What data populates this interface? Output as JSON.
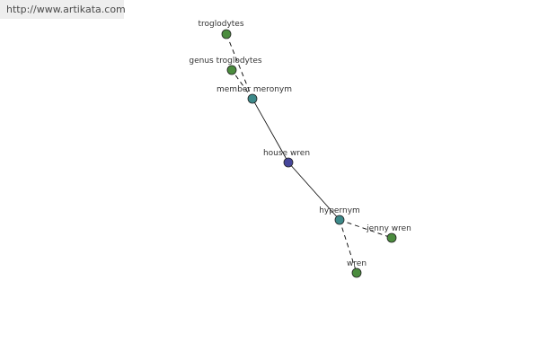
{
  "watermark": {
    "url": "http://www.artikata.com"
  },
  "colors": {
    "center": "#46469a",
    "relation": "#3d8a8a",
    "leaf": "#4b8c3e"
  },
  "graph": {
    "nodes": [
      {
        "id": "troglodytes",
        "label": "troglodytes",
        "kind": "leaf"
      },
      {
        "id": "genus-troglodytes",
        "label": "genus troglodytes",
        "kind": "leaf"
      },
      {
        "id": "member-meronym",
        "label": "member meronym",
        "kind": "relation"
      },
      {
        "id": "house-wren",
        "label": "house wren",
        "kind": "center"
      },
      {
        "id": "hypernym",
        "label": "hypernym",
        "kind": "relation"
      },
      {
        "id": "jenny-wren",
        "label": "jenny wren",
        "kind": "leaf"
      },
      {
        "id": "wren",
        "label": "wren",
        "kind": "leaf"
      }
    ],
    "edges": [
      {
        "from": "house-wren",
        "to": "member-meronym",
        "style": "solid"
      },
      {
        "from": "house-wren",
        "to": "hypernym",
        "style": "solid"
      },
      {
        "from": "member-meronym",
        "to": "troglodytes",
        "style": "dashed"
      },
      {
        "from": "member-meronym",
        "to": "genus-troglodytes",
        "style": "dashed"
      },
      {
        "from": "hypernym",
        "to": "jenny-wren",
        "style": "dashed"
      },
      {
        "from": "hypernym",
        "to": "wren",
        "style": "dashed"
      }
    ]
  }
}
